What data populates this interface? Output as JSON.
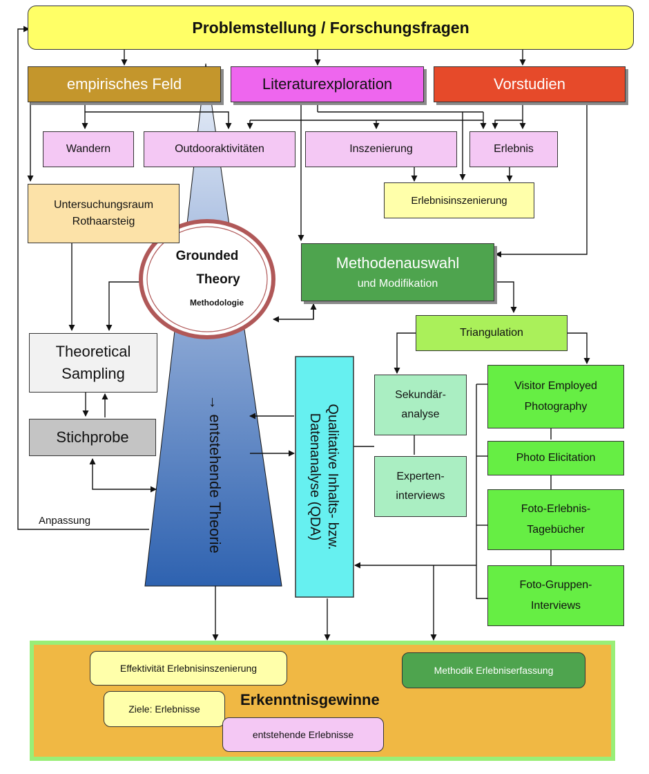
{
  "title": "Problemstellung / Forschungsfragen",
  "level1": {
    "field": "empirisches Feld",
    "literature": "Literaturexploration",
    "prestudies": "Vorstudien"
  },
  "topics": {
    "wandern": "Wandern",
    "outdoor": "Outdooraktivitäten",
    "inszenierung": "Inszenierung",
    "erlebnis": "Erlebnis",
    "erlebnisinszenierung": "Erlebnisinszenierung"
  },
  "area": {
    "line1": "Untersuchungsraum",
    "line2": "Rothaarsteig"
  },
  "grounded": {
    "line1": "Grounded",
    "line2": "Theory",
    "line3": "Methodologie"
  },
  "methods": {
    "line1": "Methodenauswahl",
    "line2": "und Modifikation"
  },
  "triangulation": "Triangulation",
  "sampling": {
    "line1": "Theoretical",
    "line2": "Sampling"
  },
  "stichprobe": "Stichprobe",
  "theory": "→ entstehende Theorie",
  "qda": {
    "line1": "Qualitative Inhalts- bzw.",
    "line2": "Datenanalyse (QDA)"
  },
  "secondary": {
    "line1": "Sekundär-",
    "line2": "analyse"
  },
  "experts": {
    "line1": "Experten-",
    "line2": "interviews"
  },
  "vep": {
    "line1": "Visitor Employed",
    "line2": "Photography"
  },
  "photo_elicitation": "Photo Elicitation",
  "diaries": {
    "line1": "Foto-Erlebnis-",
    "line2": "Tagebücher"
  },
  "groups": {
    "line1": "Foto-Gruppen-",
    "line2": "Interviews"
  },
  "anpassung": "Anpassung",
  "results": {
    "title": "Erkenntnisgewinne",
    "effect": "Effektivität Erlebnisinszenierung",
    "goals": "Ziele: Erlebnisse",
    "emerging": "entstehende Erlebnisse",
    "method": "Methodik Erlebniserfassung"
  },
  "colors": {
    "title_bg": "#ffff66",
    "field_bg": "#c4962c",
    "literature_bg": "#ee66ee",
    "prestudies_bg": "#e64a2a",
    "topic_bg": "#f4c8f4",
    "erlebnisinszenierung_bg": "#ffffaa",
    "area_bg": "#fce2a8",
    "methods_bg": "#4ea44e",
    "triangulation_bg": "#aaf05a",
    "sampling_bg": "#f2f2f2",
    "stichprobe_bg": "#c4c4c4",
    "qda_bg": "#66f0f0",
    "secondary_bg": "#aaeec2",
    "photo_bg": "#66ee44",
    "results_bg": "#f0b844",
    "results_border": "#99ee77",
    "ellipse_border": "#b05858"
  }
}
